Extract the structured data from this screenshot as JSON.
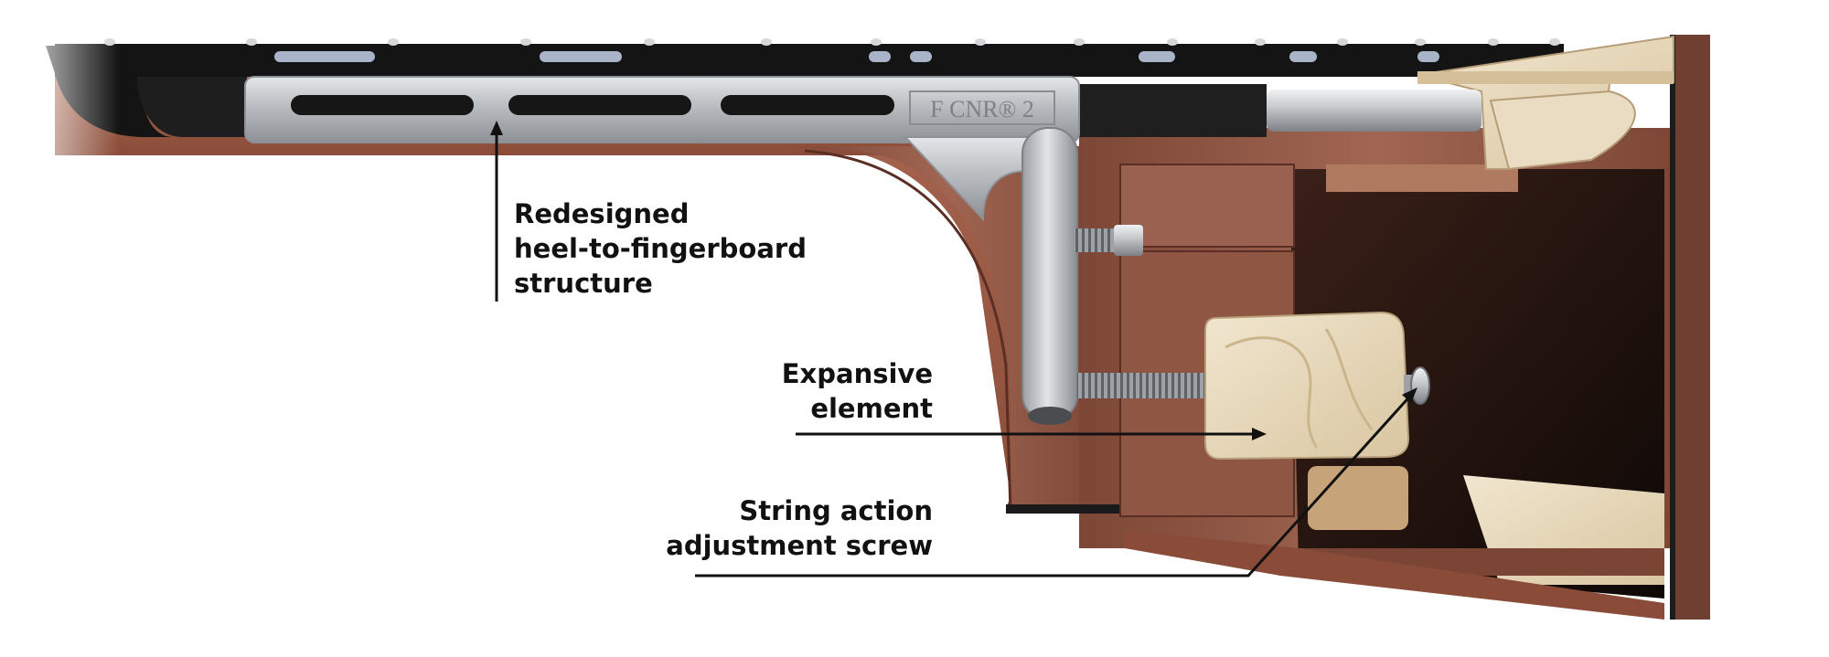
{
  "diagram": {
    "engraving": "F CNR® 2",
    "labels": {
      "heel_structure": [
        "Redesigned",
        "heel-to-fingerboard",
        "structure"
      ],
      "expansive_element": [
        "Expansive",
        "element"
      ],
      "adjustment_screw": [
        "String action",
        "adjustment screw"
      ]
    }
  },
  "colors": {
    "fingerboard": "#141414",
    "wood": "#9c5a44",
    "wood_dark": "#6e3a2a",
    "spruce": "#e8d9bd",
    "steel": "#c4c6c9",
    "leader_line": "#111111"
  }
}
